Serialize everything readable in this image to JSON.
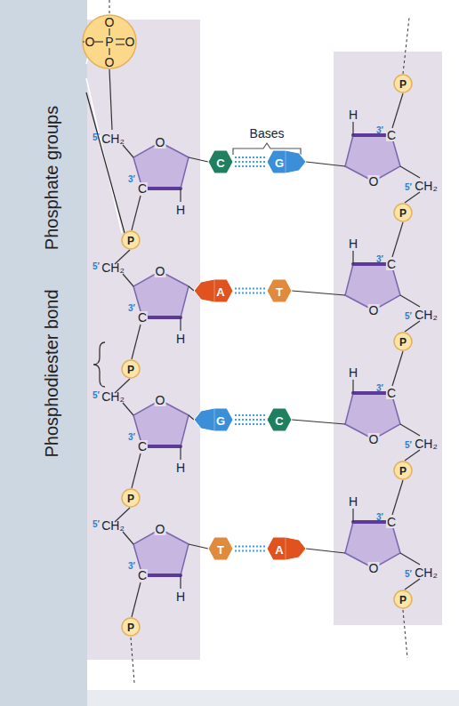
{
  "diagram": {
    "nodes": [
      {
        "text": [
          "O",
          "O",
          "P",
          "O",
          "O"
        ]
      },
      {
        "text": [
          "P"
        ]
      },
      {
        "text": [
          "C"
        ]
      },
      {
        "text": [
          "G"
        ]
      },
      {
        "text": [
          "P"
        ]
      },
      {
        "text": [
          "P"
        ]
      },
      {
        "text": [
          "A"
        ]
      },
      {
        "text": [
          "T"
        ]
      },
      {
        "text": [
          "P"
        ]
      },
      {
        "text": [
          "P"
        ]
      },
      {
        "text": [
          "G"
        ]
      },
      {
        "text": [
          "C"
        ]
      },
      {
        "text": [
          "P"
        ]
      },
      {
        "text": [
          "P"
        ]
      },
      {
        "text": [
          "T"
        ]
      },
      {
        "text": [
          "A"
        ]
      },
      {
        "text": [
          "P"
        ]
      },
      {
        "text": [
          "P"
        ]
      }
    ],
    "edges": [
      {
        "from": 2,
        "to": 3,
        "arrow": "none"
      },
      {
        "from": 6,
        "to": 7,
        "arrow": "none"
      },
      {
        "from": 10,
        "to": 11,
        "arrow": "none"
      },
      {
        "from": 14,
        "to": 15,
        "arrow": "none"
      }
    ],
    "labels": [
      "Phosphate groups",
      "Phosphodiester bond",
      "Bases",
      "5′",
      "CH₂",
      "O",
      "3′",
      "C",
      "H",
      "5′",
      "CH₂",
      "O",
      "3′",
      "C",
      "H",
      "5′",
      "CH₂",
      "O",
      "3′",
      "C",
      "H",
      "5′",
      "CH₂",
      "O",
      "3′",
      "C",
      "H",
      "5′",
      "CH₂",
      "O",
      "3′",
      "C",
      "H",
      "5′",
      "CH₂",
      "O",
      "3′",
      "C",
      "H",
      "5′",
      "CH₂",
      "O",
      "3′",
      "C",
      "H",
      "5′",
      "CH₂",
      "O",
      "3′",
      "C",
      "H"
    ]
  }
}
